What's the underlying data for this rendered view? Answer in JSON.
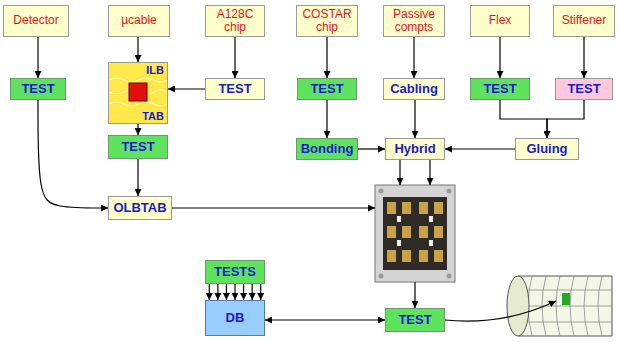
{
  "diagram": {
    "nodes": [
      {
        "text": [
          "Detector"
        ]
      },
      {
        "text": [
          "µcable"
        ]
      },
      {
        "text": [
          "A128C chip"
        ]
      },
      {
        "text": [
          "COSTAR chip"
        ]
      },
      {
        "text": [
          "Passive compts"
        ]
      },
      {
        "text": [
          "Flex"
        ]
      },
      {
        "text": [
          "Stiffener"
        ]
      },
      {
        "text": [
          "TEST"
        ]
      },
      {
        "text": [
          "ILB",
          "TAB"
        ]
      },
      {
        "text": [
          "TEST"
        ]
      },
      {
        "text": [
          "TEST"
        ]
      },
      {
        "text": [
          "Cabling"
        ]
      },
      {
        "text": [
          "TEST"
        ]
      },
      {
        "text": [
          "TEST"
        ]
      },
      {
        "text": [
          "TEST"
        ]
      },
      {
        "text": [
          "Bonding"
        ]
      },
      {
        "text": [
          "Hybrid"
        ]
      },
      {
        "text": [
          "Gluing"
        ]
      },
      {
        "text": [
          "OLBTAB"
        ]
      },
      {
        "text": [
          "TESTS"
        ]
      },
      {
        "text": [
          "DB"
        ]
      },
      {
        "text": [
          "TEST"
        ]
      }
    ],
    "edges": [
      {
        "from": 0,
        "to": 7,
        "arrow": "to"
      },
      {
        "from": 1,
        "to": 8,
        "arrow": "to"
      },
      {
        "from": 2,
        "to": 9,
        "arrow": "to"
      },
      {
        "from": 9,
        "to": 8,
        "arrow": "to"
      },
      {
        "from": 3,
        "to": 10,
        "arrow": "to"
      },
      {
        "from": 4,
        "to": 11,
        "arrow": "to"
      },
      {
        "from": 5,
        "to": 12,
        "arrow": "to"
      },
      {
        "from": 6,
        "to": 13,
        "arrow": "to"
      },
      {
        "from": 8,
        "to": 14,
        "arrow": "to"
      },
      {
        "from": 10,
        "to": 15,
        "arrow": "to"
      },
      {
        "from": 11,
        "to": 16,
        "arrow": "to"
      },
      {
        "from": 15,
        "to": 16,
        "arrow": "to"
      },
      {
        "from": 12,
        "to": 17,
        "arrow": "to"
      },
      {
        "from": 13,
        "to": 17,
        "arrow": "to"
      },
      {
        "from": 17,
        "to": 16,
        "arrow": "to"
      },
      {
        "from": 7,
        "to": 18,
        "arrow": "to"
      },
      {
        "from": 14,
        "to": 18,
        "arrow": "to"
      },
      {
        "from": 19,
        "to": 20,
        "arrow": "to"
      },
      {
        "from": 19,
        "to": 20,
        "arrow": "to"
      },
      {
        "from": 19,
        "to": 20,
        "arrow": "to"
      },
      {
        "from": 19,
        "to": 20,
        "arrow": "to"
      },
      {
        "from": 19,
        "to": 20,
        "arrow": "to"
      },
      {
        "from": 19,
        "to": 20,
        "arrow": "to"
      },
      {
        "from": 19,
        "to": 20,
        "arrow": "to"
      },
      {
        "from": 20,
        "to": 21,
        "arrow": "both"
      }
    ]
  }
}
